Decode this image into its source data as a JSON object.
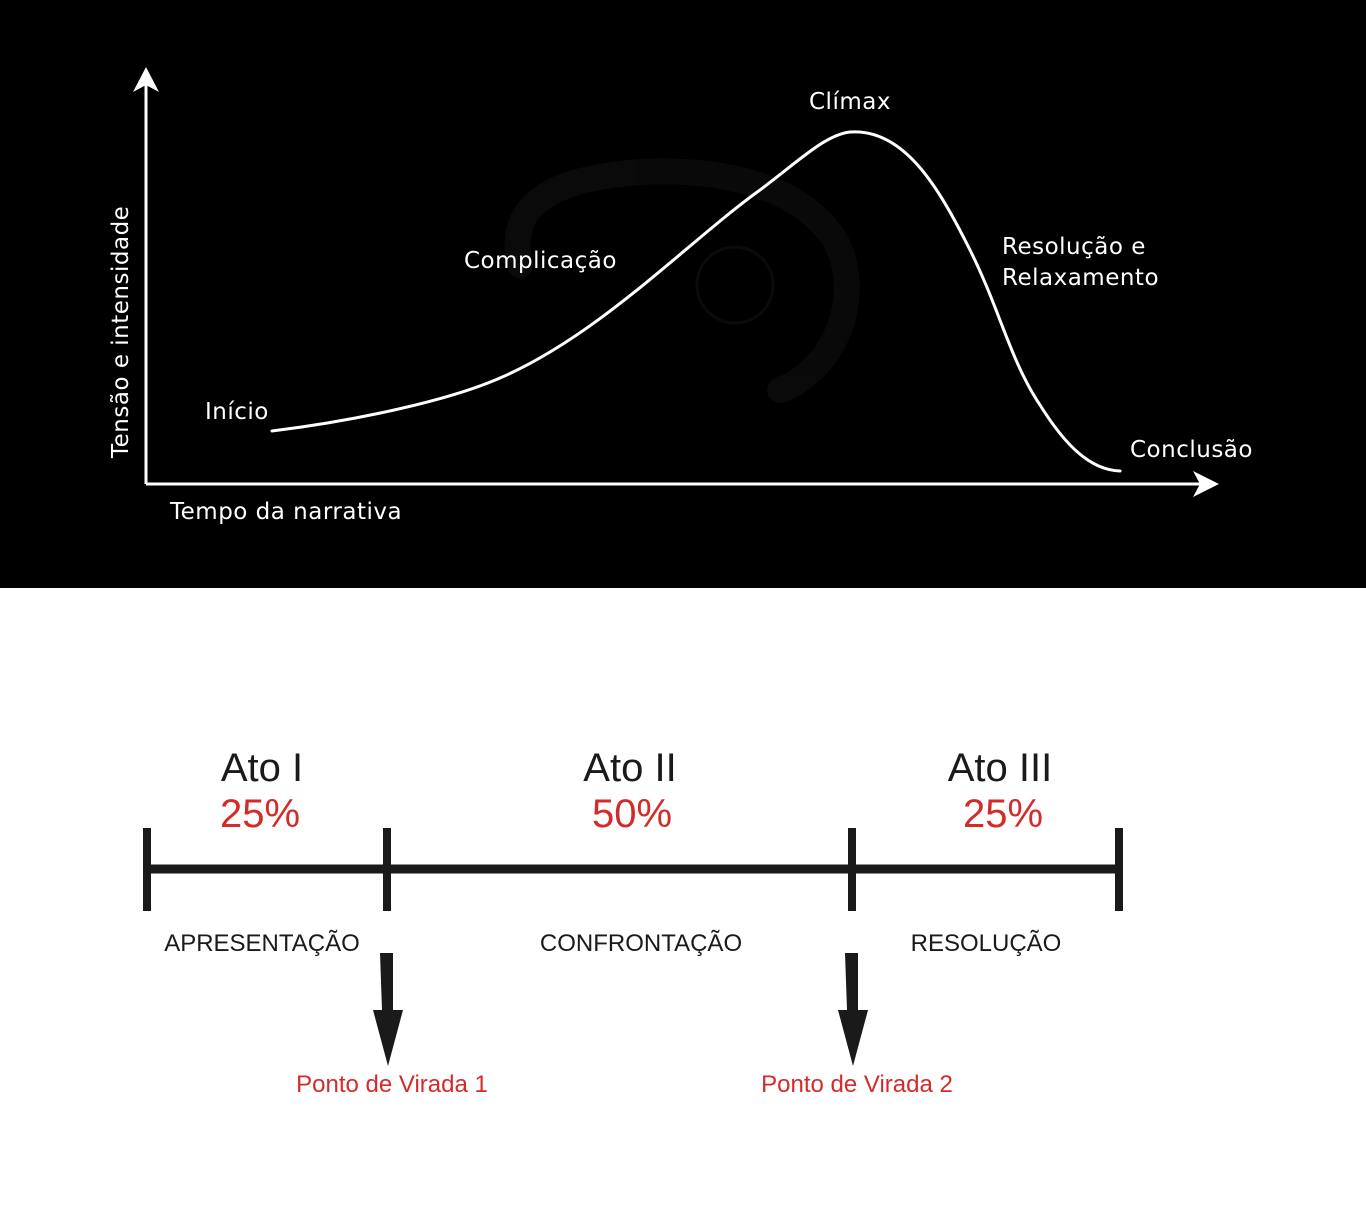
{
  "curve_diagram": {
    "y_axis_label": "Tensão e intensidade",
    "x_axis_label": "Tempo da narrativa",
    "points": {
      "start": "Início",
      "complication": "Complicação",
      "climax": "Clímax",
      "resolution_line1": "Resolução e",
      "resolution_line2": "Relaxamento",
      "conclusion": "Conclusão"
    },
    "colors": {
      "background": "#000000",
      "line": "#ffffff"
    }
  },
  "three_act_diagram": {
    "acts": [
      {
        "title": "Ato I",
        "percent": "25%",
        "phase": "APRESENTAÇÃO"
      },
      {
        "title": "Ato II",
        "percent": "50%",
        "phase": "CONFRONTAÇÃO"
      },
      {
        "title": "Ato III",
        "percent": "25%",
        "phase": "RESOLUÇÃO"
      }
    ],
    "turning_points": [
      {
        "label": "Ponto de Virada 1"
      },
      {
        "label": "Ponto de Virada 2"
      }
    ],
    "colors": {
      "text": "#1a1a1a",
      "accent": "#d42a2a",
      "line": "#1a1a1a"
    }
  }
}
